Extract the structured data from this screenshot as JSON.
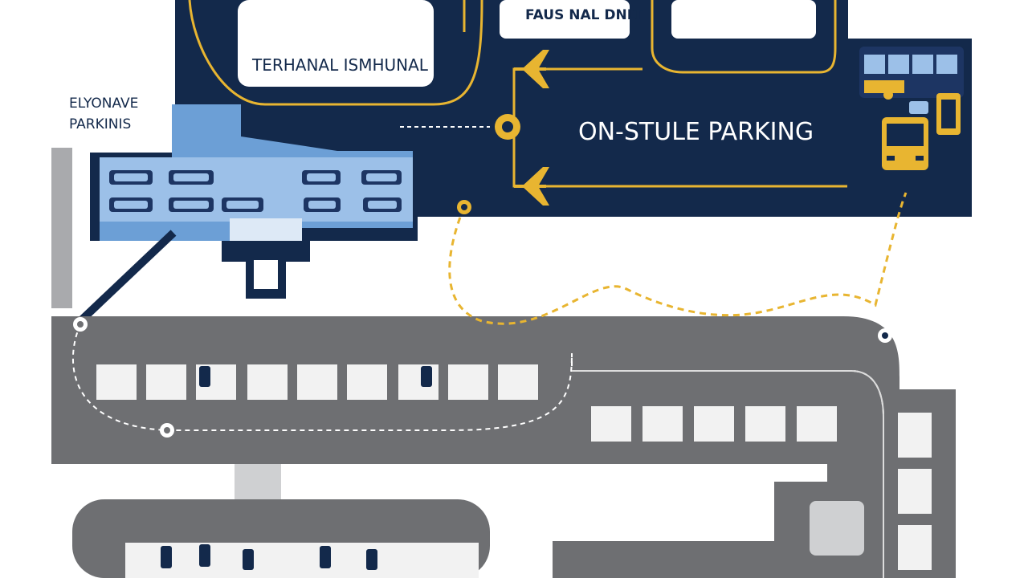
{
  "labels": {
    "terminal": "TERHANAL ISMHUNAL",
    "bus_unit": "FAUS NAL DNLT",
    "economy_line1": "ELYONAVE",
    "economy_line2": "PARKINIS",
    "onsite": "ON-STULE PARKING"
  },
  "icons": [
    "airplane-icon",
    "airplane-icon",
    "bus-icon",
    "bus-icon",
    "phone-icon",
    "car-icon",
    "location-pin-icon"
  ],
  "colors": {
    "navy": "#13294b",
    "accent_yellow": "#e8b531",
    "terminal_blue": "#7aa7dc",
    "road_gray": "#6e6f72",
    "lot_stripes": "#f2f2f2"
  }
}
